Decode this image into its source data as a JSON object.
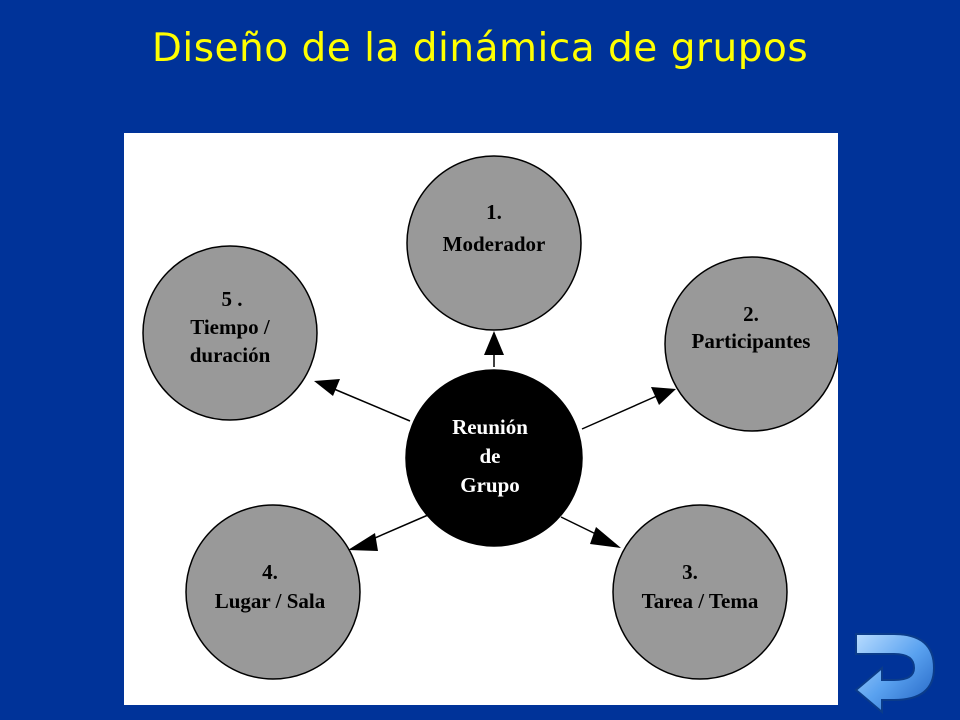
{
  "title": "Diseño de la dinámica de grupos",
  "diagram": {
    "center": {
      "lines": [
        "Reunión",
        "de",
        "Grupo"
      ]
    },
    "nodes": [
      {
        "id": "moderador",
        "lines": [
          "1.",
          "Moderador"
        ]
      },
      {
        "id": "participantes",
        "lines": [
          "2.",
          "Participantes"
        ]
      },
      {
        "id": "tarea",
        "lines": [
          "3.",
          "Tarea / Tema"
        ]
      },
      {
        "id": "lugar",
        "lines": [
          "4.",
          "Lugar / Sala"
        ]
      },
      {
        "id": "tiempo",
        "lines": [
          "5 .",
          "Tiempo /",
          "duración"
        ]
      }
    ]
  },
  "colors": {
    "background": "#003399",
    "title": "#ffff00",
    "node_fill": "#999999",
    "center_fill": "#000000",
    "nav_icon": "#66aaff"
  },
  "nav": {
    "icon": "return-arrow-icon"
  }
}
